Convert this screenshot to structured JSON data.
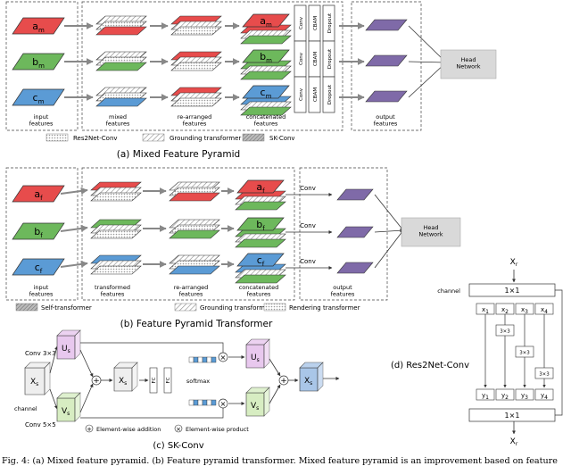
{
  "panel_a": {
    "left_inputs": [
      "a",
      "b",
      "c"
    ],
    "sub": "m",
    "labels": {
      "input": [
        "input",
        "features"
      ],
      "mixed": [
        "mixed",
        "features"
      ],
      "rearranged": [
        "re-arranged",
        "features"
      ],
      "concatenated": [
        "concatenated",
        "features"
      ],
      "output": [
        "output",
        "features"
      ]
    },
    "conv_blocks": [
      "Conv",
      "CBAM",
      "Dropout"
    ],
    "head": [
      "Head",
      "Network"
    ],
    "legend": [
      "Res2Net-Conv",
      "Grounding transformer",
      "SK-Conv"
    ],
    "caption": "(a) Mixed Feature Pyramid"
  },
  "panel_b": {
    "sub": "f",
    "labels": {
      "input": [
        "input",
        "features"
      ],
      "transformed": [
        "transformed",
        "features"
      ],
      "rearranged": [
        "re-arranged",
        "features"
      ],
      "concatenated": [
        "concatenated",
        "features"
      ],
      "output": [
        "output",
        "features"
      ]
    },
    "conv_label": "Conv",
    "head": [
      "Head",
      "Network"
    ],
    "legend": [
      "Self-transformer",
      "Grounding transformer",
      "Rendering transformer"
    ],
    "caption": "(b) Feature Pyramid Transformer"
  },
  "panel_c": {
    "conv3": "Conv 3×3",
    "conv5": "Conv 5×5",
    "channel": "channel",
    "x": "X",
    "x_sub": "s",
    "u": "U",
    "v": "V",
    "fc": "FC",
    "softmax": "softmax",
    "legend_add": "Element-wise addition",
    "legend_prod": "Element-wise product",
    "caption": "(c) SK-Conv"
  },
  "panel_d": {
    "channel": "channel",
    "x_top": "X",
    "x_sub": "r",
    "conv1": "1×1",
    "conv3": "3×3",
    "caption": "(d) Res2Net-Conv"
  },
  "footer": "Fig. 4: (a) Mixed feature pyramid. (b) Feature pyramid transformer. Mixed feature pyramid is an improvement based on feature",
  "colors": {
    "red": "#e74c4c",
    "green": "#6db85c",
    "blue": "#5b9bd5",
    "purple": "#7f6aa8",
    "head": "#d9d9d9"
  }
}
